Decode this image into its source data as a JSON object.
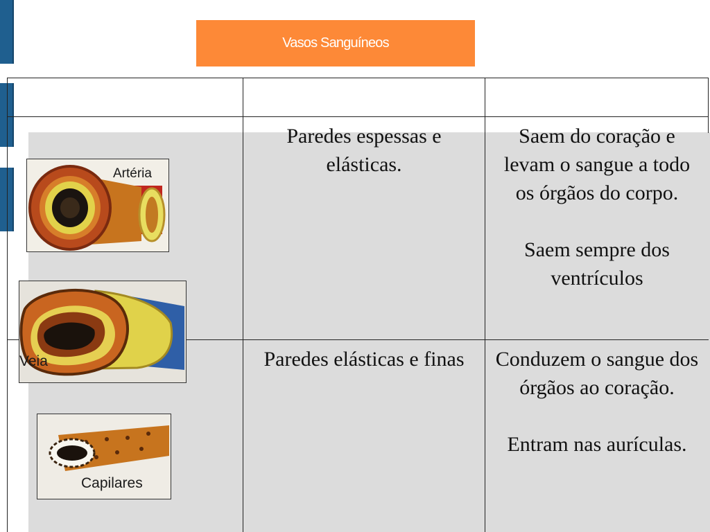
{
  "title": "Vasos Sanguíneos",
  "table": {
    "rows": [
      {
        "image_label": "Artéria",
        "structure": "Paredes espessas e elásticas.",
        "function": [
          "Saem do coração e levam o sangue a todo os órgãos do corpo.",
          "Saem sempre dos ventrículos"
        ]
      },
      {
        "image_label": "Veia",
        "structure": "Paredes elásticas e finas",
        "function": [
          "Conduzem o sangue dos órgãos ao coração.",
          "Entram nas aurículas."
        ]
      }
    ],
    "extra_image_label": "Capilares"
  },
  "colors": {
    "title_bg": "#fd8937",
    "accent": "#1f5f8f",
    "cell_bg": "#dcdcdc"
  },
  "icons": [
    "artery-illustration",
    "vein-illustration",
    "capillary-illustration"
  ]
}
